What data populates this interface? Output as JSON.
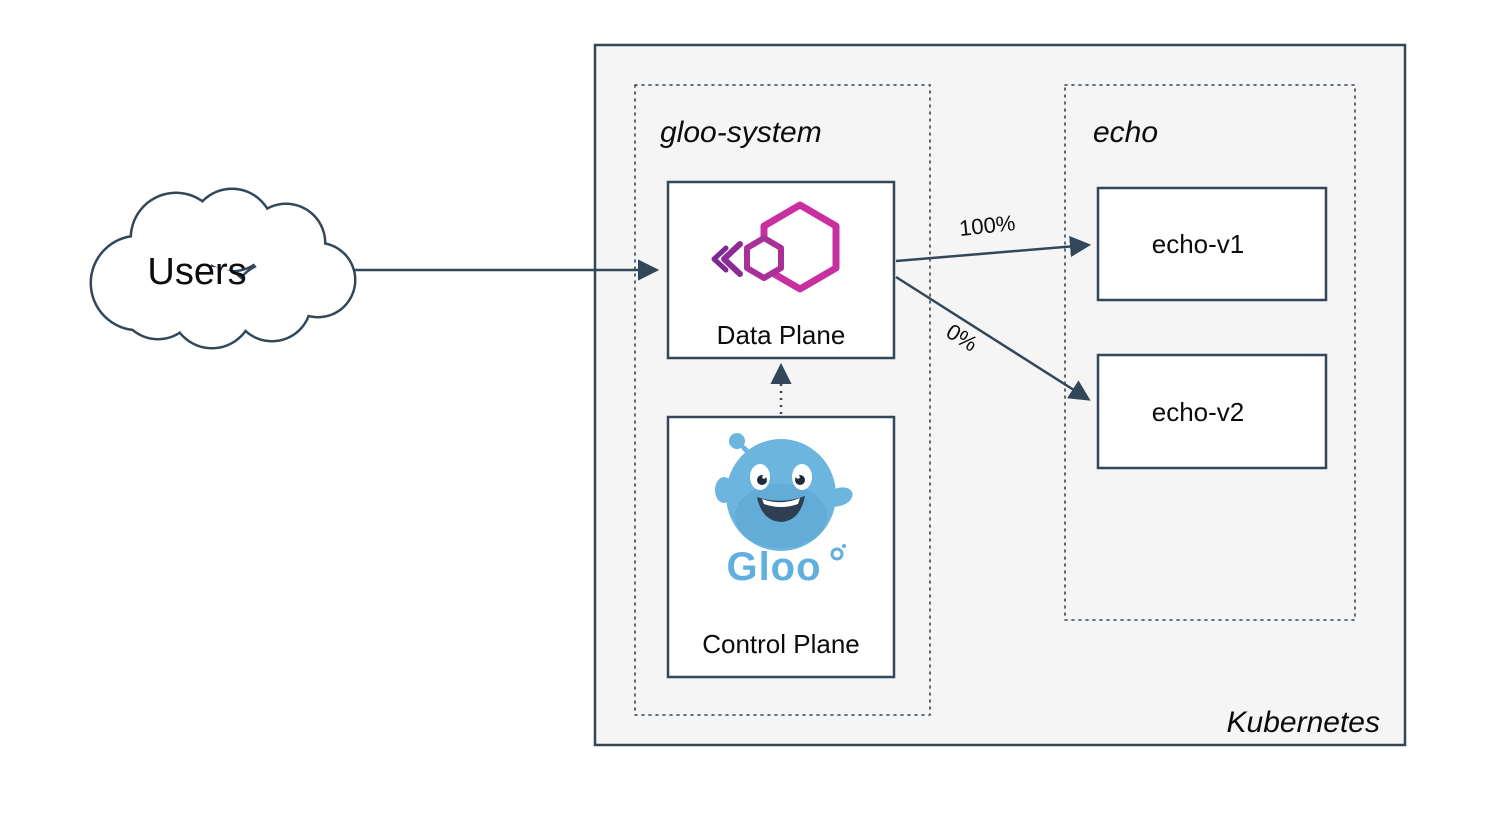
{
  "users": {
    "label": "Users"
  },
  "cluster": {
    "label": "Kubernetes"
  },
  "namespaces": {
    "gloo_system": {
      "label": "gloo-system"
    },
    "echo": {
      "label": "echo"
    }
  },
  "nodes": {
    "data_plane": {
      "label": "Data Plane"
    },
    "control_plane": {
      "label": "Control Plane",
      "logo_text": "Gloo"
    },
    "echo_v1": {
      "label": "echo-v1"
    },
    "echo_v2": {
      "label": "echo-v2"
    }
  },
  "edges": {
    "data_plane_to_echo_v1": {
      "label": "100%"
    },
    "data_plane_to_echo_v2": {
      "label": "0%"
    }
  },
  "icons": {
    "gloo_proxy": "gloo-proxy-hexagon-logo",
    "gloo_mascot": "gloo-mascot-logo",
    "users_cloud": "cloud-shape"
  },
  "colors": {
    "line": "#33475b",
    "cluster_fill": "#f5f5f5",
    "node_fill": "#ffffff",
    "proxy_pink": "#c9309f",
    "proxy_purple": "#8e2c96",
    "mascot_blue": "#6cb5df",
    "wordmark_blue": "#5fb0de"
  }
}
